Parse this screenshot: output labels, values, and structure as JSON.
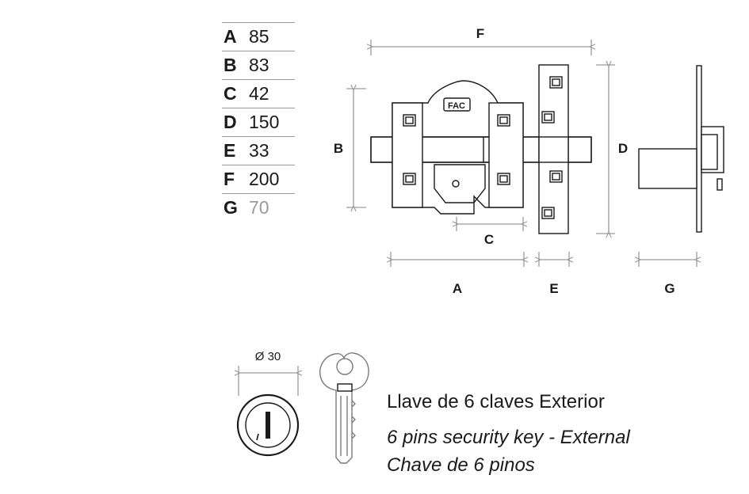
{
  "dimensions": [
    {
      "key": "A",
      "value": "85"
    },
    {
      "key": "B",
      "value": "83"
    },
    {
      "key": "C",
      "value": "42"
    },
    {
      "key": "D",
      "value": "150"
    },
    {
      "key": "E",
      "value": "33"
    },
    {
      "key": "F",
      "value": "200"
    },
    {
      "key": "G",
      "value": "70"
    }
  ],
  "drawing_labels": {
    "A": "A",
    "B": "B",
    "C": "C",
    "D": "D",
    "E": "E",
    "F": "F",
    "G": "G"
  },
  "brand": "FAC",
  "cylinder": {
    "diameter_label": "Ø 30"
  },
  "key_description": {
    "spanish": "Llave de 6 claves Exterior",
    "english": "6 pins security key - External",
    "portuguese": "Chave de 6 pinos"
  },
  "colors": {
    "line": "#1a1a1a",
    "dimension": "#9a9a9a",
    "muted_text": "#9a9a9a"
  }
}
